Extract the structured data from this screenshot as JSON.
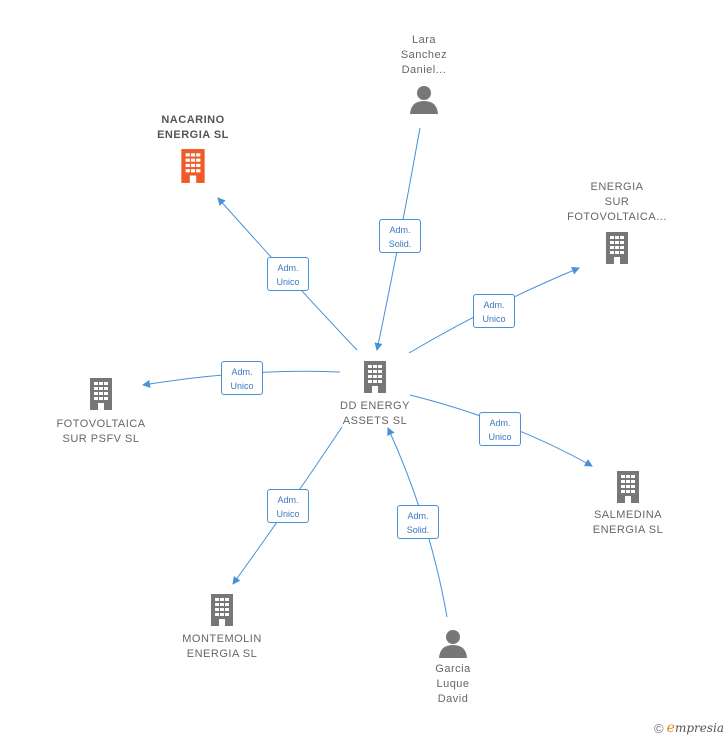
{
  "nodes": {
    "center": "DD ENERGY\nASSETS  SL",
    "nacarino": "NACARINO\nENERGIA  SL",
    "lara": "Lara\nSanchez\nDaniel...",
    "energia_sur": "ENERGIA\nSUR\nFOTOVOLTAICA...",
    "fotovoltaica": "FOTOVOLTAICA\nSUR PSFV  SL",
    "salmedina": "SALMEDINA\nENERGIA  SL",
    "montemolin": "MONTEMOLIN\nENERGIA  SL",
    "garcia": "Garcia\nLuque\nDavid"
  },
  "edges": {
    "nacarino": [
      "Adm.",
      "Unico"
    ],
    "lara": [
      "Adm.",
      "Solid."
    ],
    "energia_sur": [
      "Adm.",
      "Unico"
    ],
    "fotovoltaica": [
      "Adm.",
      "Unico"
    ],
    "salmedina": [
      "Adm.",
      "Unico"
    ],
    "montemolin": [
      "Adm.",
      "Unico"
    ],
    "garcia": [
      "Adm.",
      "Solid."
    ]
  },
  "colors": {
    "edge": "#4a90d9",
    "company": "#777777",
    "company_highlight": "#f05a28",
    "person": "#777777"
  },
  "footer": {
    "copyright": "©",
    "brand_initial": "e",
    "brand_rest": "mpresia"
  }
}
